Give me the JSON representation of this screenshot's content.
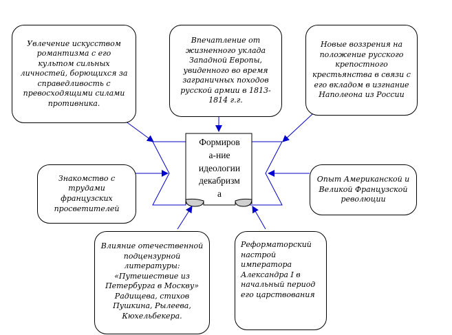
{
  "center": {
    "title": "Формиров\nа-ние\nидеологии\nдекабризм\nа"
  },
  "boxes": {
    "romanticism": "Увлечение искусством романтизма с его культом сильных личностей, борющихся за справедливость с превосходящими силами противника.",
    "west_europe": "Впечатление от жизненного уклада Западной Европы, увиденного во время заграничных походов русской армии в 1813-1814 г.г.",
    "peasantry": "Новые воззрения на положение русского крепостного крестьянства в связи с его вкладом в изгнание Наполеона из России",
    "enlighteners": "Знакомство с трудами французских просветителей",
    "revolutions": "Опыт Американской и Великой Французской революции",
    "literature": "Влияние отечественной подцензурной литературы: «Путешествие из Петербурга в Москву» Радищева, стихов Пушкина, Рылеева, Кюхельбекера.",
    "alexander": "Реформаторский настрой императора Александра I в начальный период его царствования"
  },
  "colors": {
    "arrow": "#0000cc",
    "outline": "#000000",
    "scroll_fold": "#cfcfcf"
  }
}
